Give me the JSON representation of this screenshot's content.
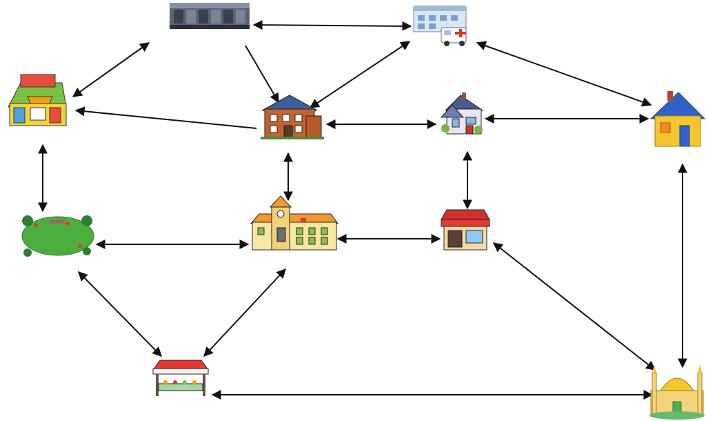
{
  "diagram": {
    "nodes": [
      {
        "id": "factory",
        "icon": "factory-icon"
      },
      {
        "id": "hospital",
        "icon": "hospital-icon"
      },
      {
        "id": "shop",
        "icon": "shop-icon"
      },
      {
        "id": "house-brown",
        "icon": "brown-house-icon"
      },
      {
        "id": "villa",
        "icon": "villa-icon"
      },
      {
        "id": "house-yellow",
        "icon": "yellow-house-icon"
      },
      {
        "id": "park",
        "icon": "park-icon"
      },
      {
        "id": "school",
        "icon": "school-icon"
      },
      {
        "id": "store",
        "icon": "store-icon"
      },
      {
        "id": "market",
        "icon": "market-stall-icon"
      },
      {
        "id": "mosque",
        "icon": "mosque-icon"
      }
    ],
    "edges": [
      {
        "from": "factory",
        "to": "hospital",
        "direction": "both"
      },
      {
        "from": "factory",
        "to": "shop",
        "direction": "both"
      },
      {
        "from": "factory",
        "to": "house-brown",
        "direction": "forward"
      },
      {
        "from": "hospital",
        "to": "house-brown",
        "direction": "both"
      },
      {
        "from": "hospital",
        "to": "house-yellow",
        "direction": "both"
      },
      {
        "from": "house-brown",
        "to": "shop",
        "direction": "forward"
      },
      {
        "from": "house-brown",
        "to": "villa",
        "direction": "both"
      },
      {
        "from": "villa",
        "to": "house-yellow",
        "direction": "both"
      },
      {
        "from": "shop",
        "to": "park",
        "direction": "both"
      },
      {
        "from": "house-brown",
        "to": "school",
        "direction": "both"
      },
      {
        "from": "villa",
        "to": "store",
        "direction": "both"
      },
      {
        "from": "house-yellow",
        "to": "mosque",
        "direction": "both"
      },
      {
        "from": "park",
        "to": "school",
        "direction": "both"
      },
      {
        "from": "school",
        "to": "store",
        "direction": "both"
      },
      {
        "from": "park",
        "to": "market",
        "direction": "both"
      },
      {
        "from": "school",
        "to": "market",
        "direction": "both"
      },
      {
        "from": "store",
        "to": "mosque",
        "direction": "both"
      },
      {
        "from": "market",
        "to": "mosque",
        "direction": "both"
      }
    ]
  }
}
